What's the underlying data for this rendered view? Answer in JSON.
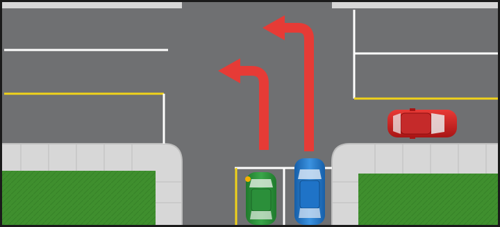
{
  "scene": {
    "type": "intersection-illustration",
    "colors": {
      "frame": "#1a1a1a",
      "asphalt": "#6f7072",
      "asphalt_shade": "#5f6062",
      "sidewalk": "#d7d7d7",
      "sidewalk_joint": "#bdbdbd",
      "grass": "#3f8f2e",
      "grass_dark": "#2f7a22",
      "lane_white": "#ffffff",
      "lane_yellow": "#f0d21a",
      "arrow_red": "#e63b36",
      "car_red": "#cc1f1f",
      "car_green": "#2b8f3a",
      "car_blue": "#1f73c7",
      "signal_amber": "#f4b000"
    },
    "vehicles": [
      {
        "name": "red-car",
        "color": "car_red",
        "orientation": "facing-right"
      },
      {
        "name": "green-car",
        "color": "car_green",
        "orientation": "facing-up",
        "signal": "left-turn"
      },
      {
        "name": "blue-car",
        "color": "car_blue",
        "orientation": "facing-up"
      }
    ],
    "arrows": [
      {
        "name": "left-turn-arrow",
        "direction": "left"
      },
      {
        "name": "right-lane-left-turn-arrow",
        "direction": "left"
      }
    ]
  }
}
